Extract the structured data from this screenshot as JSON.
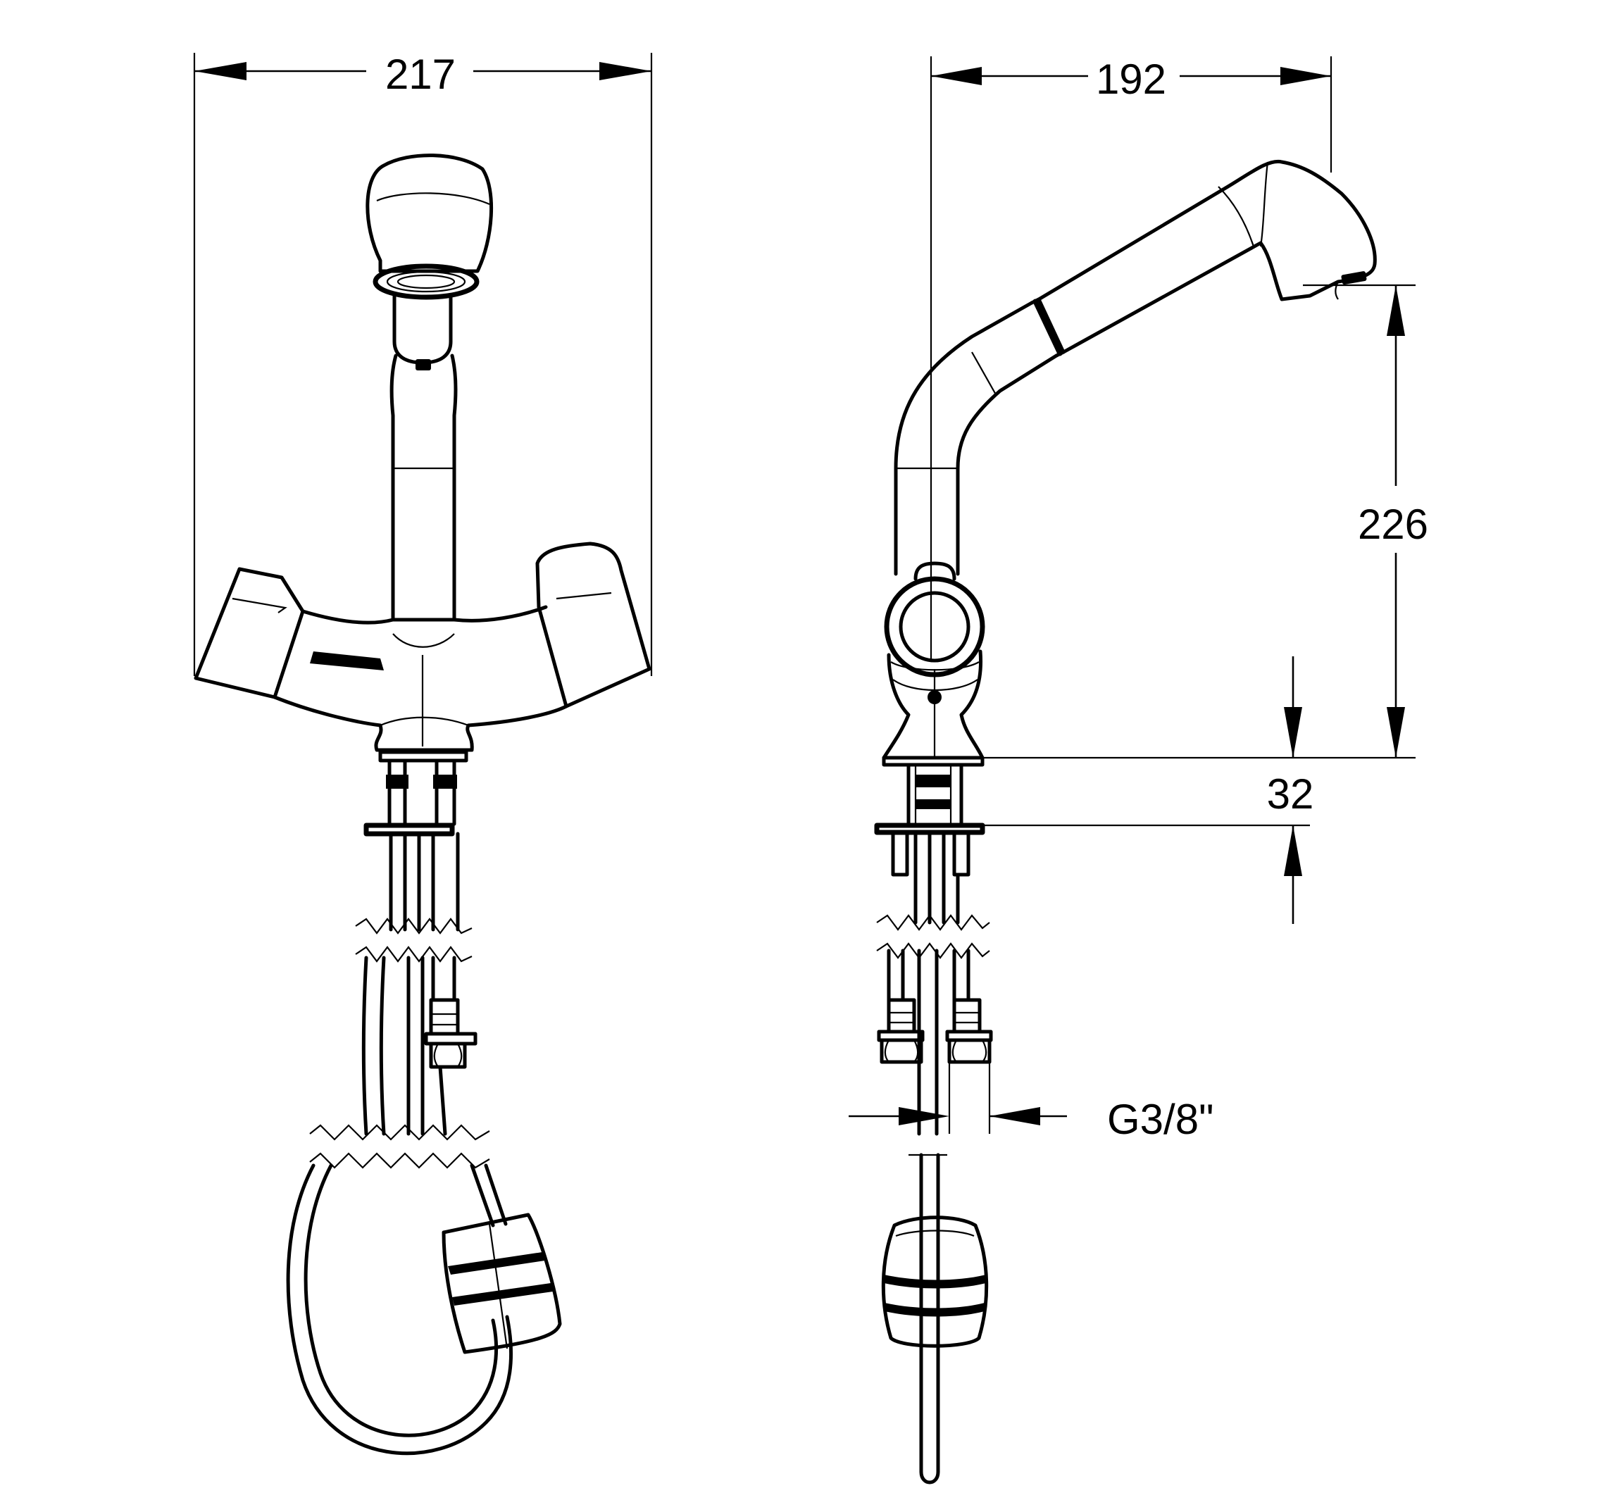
{
  "dimensions": {
    "front_width": "217",
    "side_width": "192",
    "spout_height": "226",
    "counter_thickness": "32",
    "connection_thread": "G3/8\""
  }
}
